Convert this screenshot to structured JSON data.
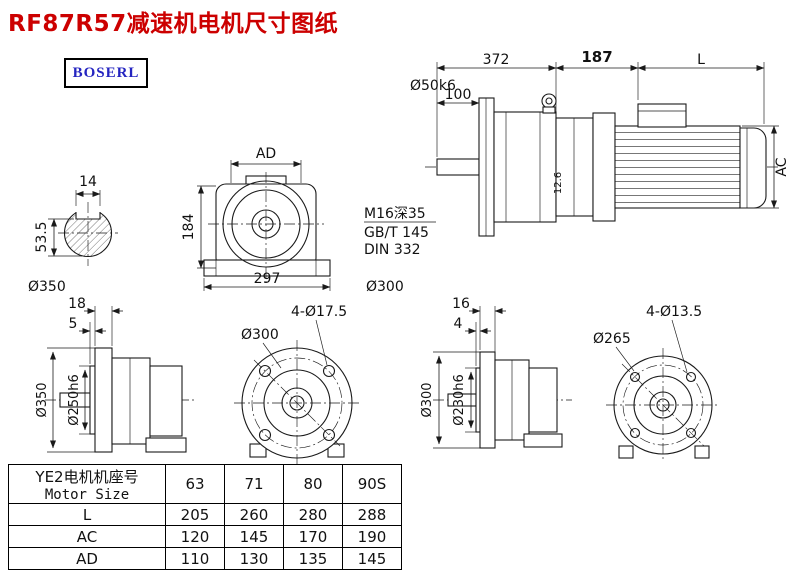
{
  "page": {
    "title": "RF87R57减速机电机尺寸图纸",
    "logo": "BOSERL"
  },
  "colors": {
    "title": "#cc0000",
    "logo_text": "#2424c0",
    "line": "#1a1a1a"
  },
  "drawing": {
    "assembly": {
      "d372": "372",
      "d187": "187",
      "dL": "L",
      "d100": "100",
      "shaft_dia": "Ø50k6",
      "dAC": "AC",
      "d126": "12.6"
    },
    "notes": {
      "tap": "M16深35",
      "std1": "GB/T 145",
      "std2": "DIN 332"
    },
    "shaft_section": {
      "key_width": "14",
      "key_height": "53.5",
      "dia_label": "Ø350"
    },
    "front_view": {
      "dAD": "AD",
      "d184": "184",
      "d297": "297",
      "dia_label": "Ø300"
    },
    "flange_left_side": {
      "d18": "18",
      "d5": "5",
      "flange_od": "Ø350",
      "spigot": "Ø250h6"
    },
    "flange_left_face": {
      "bolt_circle": "Ø300",
      "holes": "4-Ø17.5"
    },
    "flange_right_side": {
      "d16": "16",
      "d4": "4",
      "flange_od": "Ø300",
      "spigot": "Ø230h6"
    },
    "flange_right_face": {
      "bolt_circle": "Ø265",
      "holes": "4-Ø13.5"
    }
  },
  "table": {
    "header": {
      "line1": "YE2电机机座号",
      "line2": "Motor Size"
    },
    "sizes": [
      "63",
      "71",
      "80",
      "90S"
    ],
    "rows": [
      {
        "label": "L",
        "values": [
          "205",
          "260",
          "280",
          "288"
        ]
      },
      {
        "label": "AC",
        "values": [
          "120",
          "145",
          "170",
          "190"
        ]
      },
      {
        "label": "AD",
        "values": [
          "110",
          "130",
          "135",
          "145"
        ]
      }
    ]
  }
}
